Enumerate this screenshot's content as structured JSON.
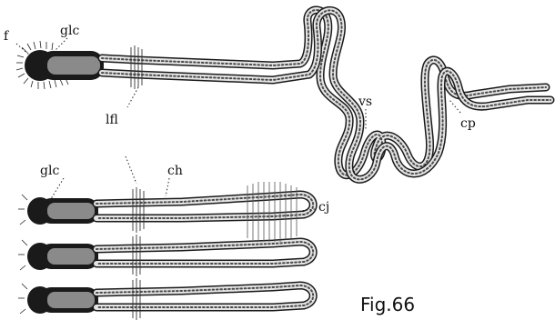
{
  "labels": {
    "f": "f",
    "glc_top": "glc",
    "lfl": "lfl",
    "vs": "vs",
    "cp": "cp",
    "glc_bottom": "glc",
    "ch": "ch",
    "cj": "cj"
  },
  "caption": "Fig.66",
  "colors": {
    "ink": "#1a1a1a",
    "tube_lumen": "#e4e4e4",
    "background": "#ffffff"
  }
}
